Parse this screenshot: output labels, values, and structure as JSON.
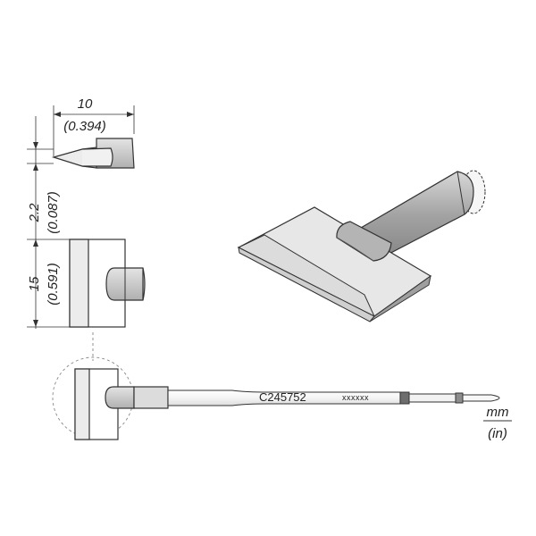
{
  "dimensions": {
    "top_width_mm": "10",
    "top_width_in": "(0.394)",
    "thickness_mm": "2.2",
    "thickness_in": "(0.087)",
    "height_mm": "15",
    "height_in": "(0.591)"
  },
  "tip": {
    "part_number": "C245752",
    "code": "xxxxxx"
  },
  "units": {
    "primary": "mm",
    "secondary": "(in)"
  },
  "colors": {
    "outline": "#333333",
    "fill_light": "#e9e9e9",
    "fill_mid": "#b5b5b5",
    "fill_dark": "#8c8c8c",
    "band": "#6d6d6d"
  }
}
